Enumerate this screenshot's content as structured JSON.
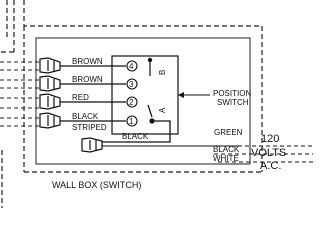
{
  "wire_labels": {
    "brown1": "BROWN",
    "brown2": "BROWN",
    "red": "RED",
    "black": "BLACK",
    "striped": "STRIPED",
    "black_jumper": "BLACK",
    "green": "GREEN",
    "black_line": "BLACK",
    "white": "WHITE"
  },
  "switch": {
    "position_label_line1": "POSITION",
    "position_label_line2": "SWITCH",
    "terminals": [
      "4",
      "3",
      "2",
      "1"
    ],
    "pos_a": "A",
    "pos_b": "B"
  },
  "power": {
    "line1": "120",
    "line2": "VOLTS",
    "line3": "A.C."
  },
  "box_label": "WALL BOX (SWITCH)"
}
